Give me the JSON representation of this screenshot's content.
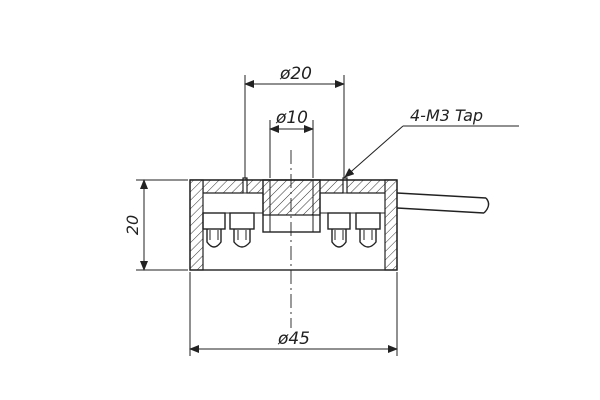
{
  "drawing": {
    "labels": {
      "dim_outer_diameter": "ø45",
      "dim_bore_diameter": "ø20",
      "dim_inner_diameter": "ø10",
      "dim_height": "20",
      "note_tap": "4-M3 Tap"
    },
    "colors": {
      "line": "#222222",
      "background": "#ffffff"
    }
  }
}
